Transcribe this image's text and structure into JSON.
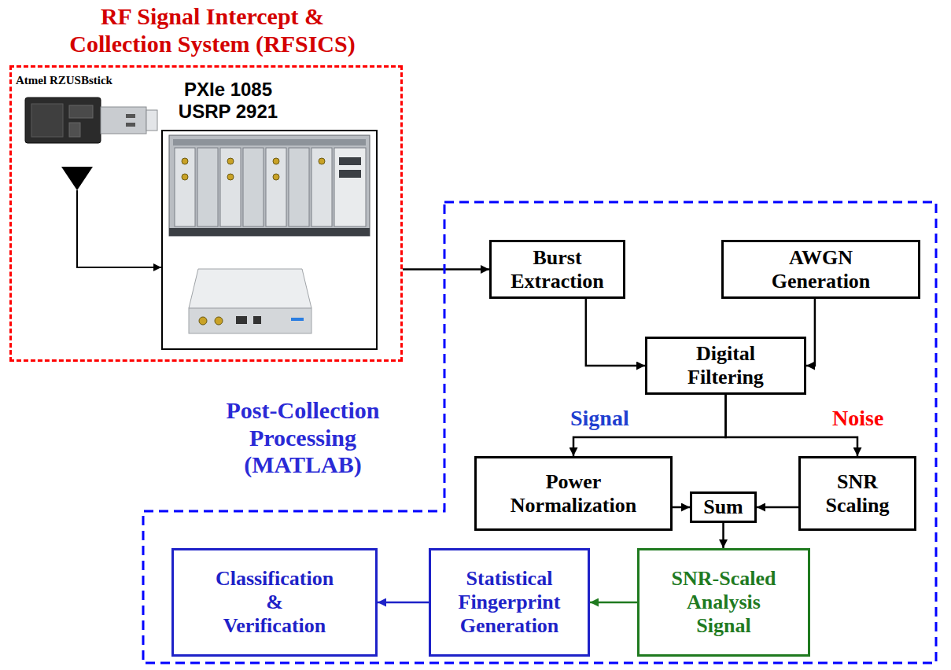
{
  "diagram": {
    "nodes": [
      {
        "text": [
          "RF Signal Intercept & Collection System (RFSICS)"
        ]
      },
      {
        "text": [
          "PXIe 1085 USRP 2921"
        ],
        "in": 0
      },
      {
        "text": [
          "Post-Collection Processing (MATLAB)"
        ]
      },
      {
        "text": [
          "Burst Extraction"
        ],
        "in": 2
      },
      {
        "text": [
          "AWGN Generation"
        ],
        "in": 2
      },
      {
        "text": [
          "Digital Filtering"
        ],
        "in": 2
      },
      {
        "text": [
          "Power Normalization"
        ],
        "in": 2
      },
      {
        "text": [
          "Sum"
        ],
        "in": 2
      },
      {
        "text": [
          "SNR Scaling"
        ],
        "in": 2
      },
      {
        "text": [
          "SNR-Scaled Analysis Signal"
        ],
        "in": 2
      },
      {
        "text": [
          "Statistical Fingerprint Generation"
        ],
        "in": 2
      },
      {
        "text": [
          "Classification & Verification"
        ],
        "in": 2
      }
    ],
    "edges": [
      {
        "from": 0,
        "to": 3,
        "arrow": "to"
      },
      {
        "from": 3,
        "to": 5,
        "arrow": "to"
      },
      {
        "from": 4,
        "to": 5,
        "arrow": "to"
      },
      {
        "from": 5,
        "to": 6,
        "arrow": "to",
        "label": "Signal"
      },
      {
        "from": 5,
        "to": 8,
        "arrow": "to",
        "label": "Noise"
      },
      {
        "from": 6,
        "to": 7,
        "arrow": "to"
      },
      {
        "from": 8,
        "to": 7,
        "arrow": "to"
      },
      {
        "from": 7,
        "to": 9,
        "arrow": "to"
      },
      {
        "from": 9,
        "to": 10,
        "arrow": "to"
      },
      {
        "from": 10,
        "to": 11,
        "arrow": "to"
      }
    ],
    "labels": [
      "Atmel RZUSBstick"
    ]
  }
}
